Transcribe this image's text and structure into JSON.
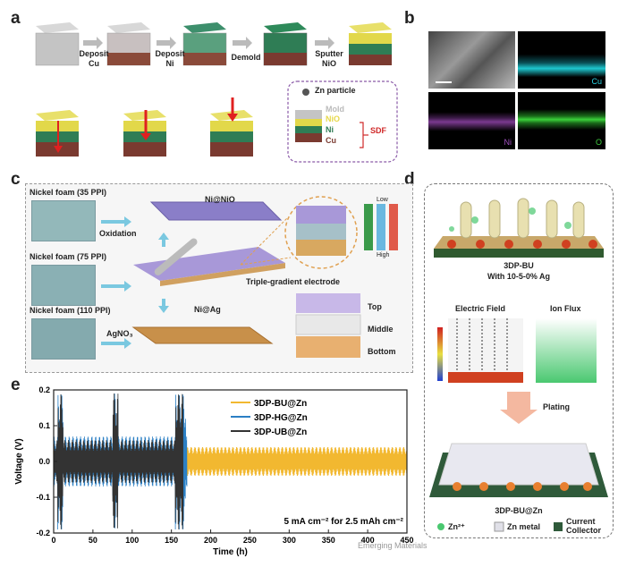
{
  "panels": {
    "a": "a",
    "b": "b",
    "c": "c",
    "d": "d",
    "e": "e"
  },
  "panel_a": {
    "steps": [
      "Deposit\nCu",
      "Deposit\nNi",
      "Demold",
      "Sputter\nNiO"
    ],
    "legend": {
      "particle": "Zn particle",
      "layers": [
        "Mold",
        "NiO",
        "Ni",
        "Cu"
      ],
      "sdf": "SDF"
    }
  },
  "panel_b": {
    "labels": [
      "Cu",
      "Ni",
      "O"
    ]
  },
  "panel_c": {
    "foams": [
      "Nickel foam (35 PPI)",
      "Nickel foam (75 PPI)",
      "Nickel foam (110 PPI)"
    ],
    "oxidation": "Oxidation",
    "agno3": "AgNO₃",
    "ni_nio": "Ni@NiO",
    "ni_ag": "Ni@Ag",
    "triple": "Triple-gradient electrode",
    "layers": [
      "Top",
      "Middle",
      "Bottom"
    ],
    "low": "Low",
    "high": "High"
  },
  "panel_d": {
    "top_title": "3DP-BU",
    "top_sub": "With 10-5-0% Ag",
    "efield": "Electric Field",
    "ionflux": "Ion Flux",
    "plating": "Plating",
    "bottom_title": "3DP-BU@Zn",
    "legend": [
      "Zn²⁺",
      "Zn metal",
      "Current\nCollector"
    ]
  },
  "watermark": "Emerging Materials",
  "chart_data": {
    "type": "line",
    "xlabel": "Time (h)",
    "ylabel": "Voltage (V)",
    "xlim": [
      0,
      450
    ],
    "ylim": [
      -0.2,
      0.2
    ],
    "xticks": [
      0,
      50,
      100,
      150,
      200,
      250,
      300,
      350,
      400,
      450
    ],
    "yticks": [
      -0.2,
      -0.1,
      0.0,
      0.1,
      0.2
    ],
    "annotation": "5 mA cm⁻² for 2.5 mAh cm⁻²",
    "series": [
      {
        "name": "3DP-BU@Zn",
        "color": "#f2b830",
        "x_range": [
          0,
          450
        ],
        "amplitude": 0.04
      },
      {
        "name": "3DP-HG@Zn",
        "color": "#2b7fc4",
        "x_range": [
          0,
          170
        ],
        "amplitude": 0.07
      },
      {
        "name": "3DP-UB@Zn",
        "color": "#333333",
        "x_range": [
          0,
          165
        ],
        "amplitude": 0.06
      }
    ]
  }
}
